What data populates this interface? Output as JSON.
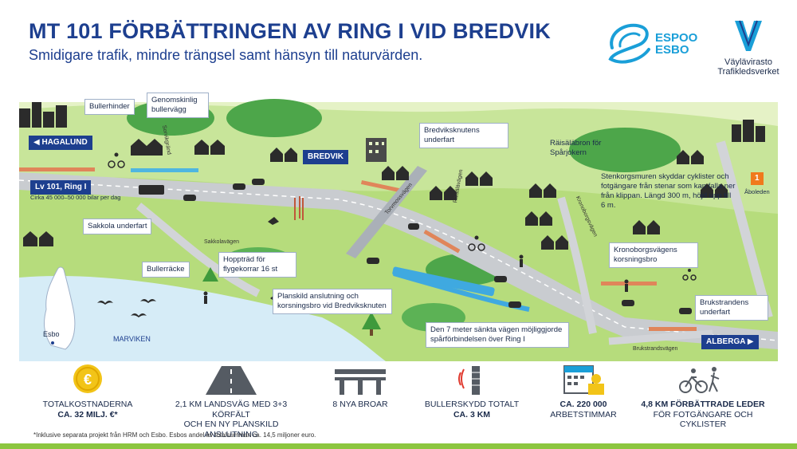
{
  "header": {
    "title": "MT 101 FÖRBÄTTRINGEN AV RING I VID BREDVIK",
    "subtitle": "Smidigare trafik, mindre trängsel samt hänsyn till naturvärden."
  },
  "logos": {
    "espoo_line1": "ESPOO",
    "espoo_line2": "ESBO",
    "vayla_line1": "Väylävirasto",
    "vayla_line2": "Trafikledsverket"
  },
  "map": {
    "signs": {
      "hagalund": "HAGALUND",
      "bredvik": "BREDVIK",
      "alberga": "ALBERGA",
      "ring": "Lv 101, Ring I",
      "route_number": "1"
    },
    "traffic_note": "Cirka 45 000–50 000 bilar per dag",
    "labels": {
      "bullerhinder": "Bullerhinder",
      "genomskinlig": "Genomskinlig bullervägg",
      "bredviksknutens": "Bredviksknutens underfart",
      "raisalabron": "Räisäläbron för Spårjokern",
      "stenkorgsmuren": "Stenkorgsmuren skyddar cyklister och fotgängare från stenar som kan falla ner från klippan. Längd 300 m, höjd upp till 6 m.",
      "sakkola": "Sakkola underfart",
      "bullerracke": "Bullerräcke",
      "hopptrad": "Hoppträd för flygekorrar 16 st",
      "planskild": "Planskild anslutning och korsningsbro vid Bredviksknuten",
      "kronoborgsvagens": "Kronoborgsvägens korsningsbro",
      "brukstrandens": "Brukstrandens underfart",
      "sankta": "Den 7 meter sänkta vägen möjliggjorde spårförbindelsen över Ring I"
    },
    "places": {
      "esbo": "Esbo",
      "marviken": "MARVIKEN",
      "aboleden": "Åboleden"
    },
    "roads": {
      "sakkolavagen": "Sakkolavägen",
      "torvmossvagen": "Torvmossvägen",
      "raisalavagen": "Räisälävägen",
      "kronoborgsvagen": "Kronoborgsvägen",
      "brukstrandsvagen": "Brukstrandsvägen",
      "sorvikgrand": "Sorvikgränd"
    }
  },
  "stats": [
    {
      "line1": "TOTALKOSTNADERNA",
      "line2": "CA. 32 MILJ. €*",
      "icon": "euro-coin-icon"
    },
    {
      "line1": "2,1 KM LANDSVÄG MED 3+3 KÖRFÄLT",
      "line2": "OCH EN NY PLANSKILD ANSLUTNING",
      "icon": "road-icon"
    },
    {
      "line1": "8 NYA BROAR",
      "line2": "",
      "icon": "bridge-icon"
    },
    {
      "line1": "BULLERSKYDD TOTALT",
      "line2": "CA. 3 KM",
      "icon": "noise-barrier-icon"
    },
    {
      "line1": "CA. 220 000",
      "line2": "ARBETSTIMMAR",
      "icon": "calendar-worker-icon"
    },
    {
      "line1": "4,8 KM FÖRBÄTTRADE LEDER",
      "line2": "FÖR FOTGÄNGARE OCH CYKLISTER",
      "icon": "bike-pedestrian-icon"
    }
  ],
  "footnote": "*Inklusive separata projekt från HRM och Esbo. Esbos andel av totalsumman ca. 14,5 miljoner euro.",
  "colors": {
    "title_blue": "#1d3f8f",
    "espoo_blue": "#1a9fd8",
    "road_gray": "#c9ccd0",
    "grass_green": "#9fd35a",
    "forest_green": "#3f9a3c",
    "coin_yellow": "#f2c418",
    "bar_green": "#8cc63f"
  }
}
